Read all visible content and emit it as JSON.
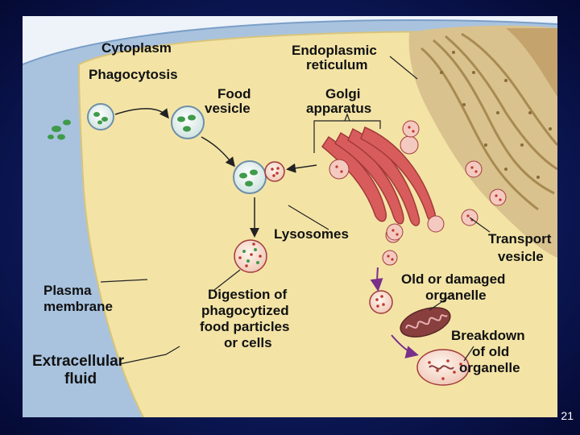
{
  "labels": {
    "cytoplasm": "Cytoplasm",
    "phagocytosis": "Phagocytosis",
    "endoplasmic_reticulum_1": "Endoplasmic",
    "endoplasmic_reticulum_2": "reticulum",
    "food_vesicle_1": "Food",
    "food_vesicle_2": "vesicle",
    "golgi_1": "Golgi",
    "golgi_2": "apparatus",
    "lysosomes": "Lysosomes",
    "transport_vesicle_1": "Transport",
    "transport_vesicle_2": "vesicle",
    "plasma_membrane_1": "Plasma",
    "plasma_membrane_2": "membrane",
    "digestion_1": "Digestion of",
    "digestion_2": "phagocytized",
    "digestion_3": "food particles",
    "digestion_4": "or cells",
    "old_organelle_1": "Old or damaged",
    "old_organelle_2": "organelle",
    "breakdown_1": "Breakdown",
    "breakdown_2": "of old",
    "breakdown_3": "organelle",
    "extracellular_1": "Extracellular",
    "extracellular_2": "fluid"
  },
  "page_number": "21",
  "colors": {
    "background": "#0d1a5c",
    "cytoplasm": "#f3e4a6",
    "membrane_blue": "#a9c3df",
    "golgi_red": "#d95c5c",
    "er_tan": "#c9ad74",
    "vesicle_pink": "#f1c8c0",
    "lysosome_red": "#c0392b",
    "particle_green": "#3f9a4a"
  }
}
